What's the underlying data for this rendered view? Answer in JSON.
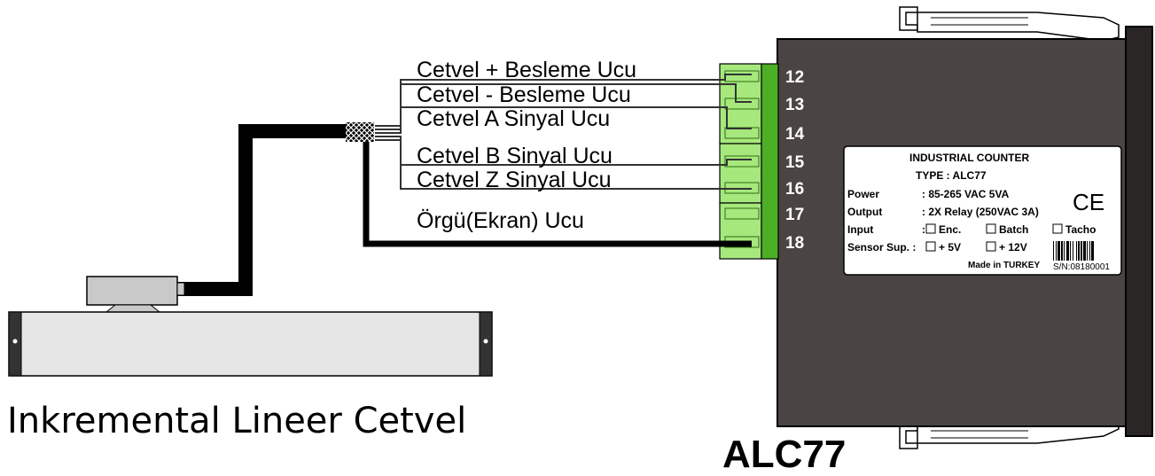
{
  "wires": [
    {
      "label": "Cetvel + Besleme Ucu"
    },
    {
      "label": "Cetvel - Besleme Ucu"
    },
    {
      "label": "Cetvel A Sinyal Ucu"
    },
    {
      "label": "Cetvel B Sinyal Ucu"
    },
    {
      "label": "Cetvel Z Sinyal Ucu"
    },
    {
      "label": "Örgü(Ekran) Ucu"
    }
  ],
  "pins": [
    "12",
    "13",
    "14",
    "15",
    "16",
    "17",
    "18"
  ],
  "device": {
    "model": "ALC77",
    "plate": {
      "title": "INDUSTRIAL COUNTER",
      "type": "TYPE : ALC77",
      "power_label": "Power",
      "power_value": ": 85-265 VAC  5VA",
      "output_label": "Output",
      "output_value": ": 2X Relay (250VAC 3A)",
      "input_label": "Input",
      "input_colon": ":",
      "input_opt1": "Enc.",
      "input_opt2": "Batch",
      "input_opt3": "Tacho",
      "sensor_label": "Sensor Sup. :",
      "sensor_opt1": "+ 5V",
      "sensor_opt2": "+ 12V",
      "made_in": "Made in TURKEY",
      "serial": "S/N:08180001",
      "ce_mark": "CE"
    }
  },
  "scale_label": "Inkremental Lineer Cetvel",
  "colors": {
    "device_body": "#4a4543",
    "device_side": "#2a2625",
    "terminal_light": "#a6e87c",
    "terminal_dark": "#4caf25",
    "scale_body": "#e6e6e6",
    "cable": "#000000"
  }
}
